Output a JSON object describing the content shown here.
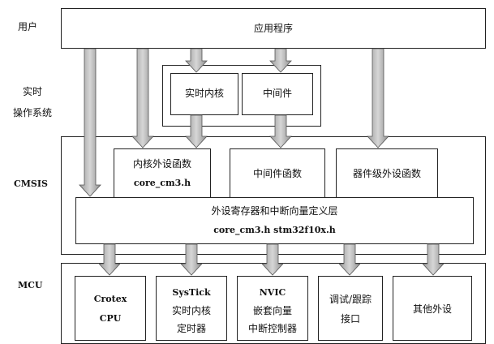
{
  "layers": {
    "user": "用户",
    "rtos_line1": "实时",
    "rtos_line2": "操作系统",
    "cmsis": "CMSIS",
    "mcu": "MCU"
  },
  "app": "应用程序",
  "rtos_kernel": "实时内核",
  "middleware": "中间件",
  "core_peripheral_functions": {
    "title": "内核外设函数",
    "file": "core_cm3.h"
  },
  "middleware_functions": "中间件函数",
  "device_peripheral_functions": "器件级外设函数",
  "peripheral_register_layer": {
    "title": "外设寄存器和中断向量定义层",
    "files": "core_cm3.h stm32f10x.h"
  },
  "mcu_blocks": [
    {
      "line1": "Crotex",
      "line2": "CPU"
    },
    {
      "line1": "SysTick",
      "line2": "实时内核",
      "line3": "定时器"
    },
    {
      "line1": "NVIC",
      "line2": "嵌套向量",
      "line3": "中断控制器"
    },
    {
      "line1": "调试/跟踪",
      "line2": "接口"
    },
    {
      "line1": "其他外设"
    }
  ]
}
